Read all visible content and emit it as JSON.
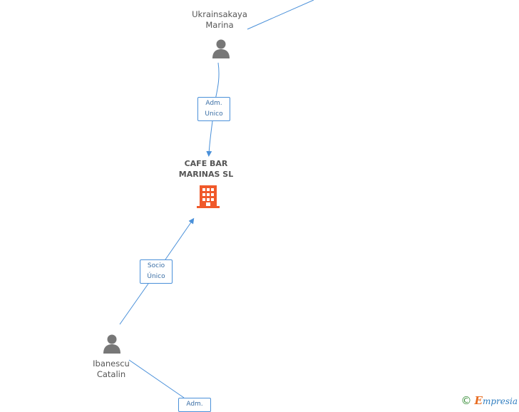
{
  "nodes": {
    "person_top": {
      "name_line1": "Ukrainsakaya",
      "name_line2": "Marina",
      "icon": "person-icon"
    },
    "company": {
      "name_line1": "CAFE BAR",
      "name_line2": "MARINAS SL",
      "icon": "building-icon"
    },
    "person_bottom": {
      "name_line1": "Ibanescu",
      "name_line2": "Catalin",
      "icon": "person-icon"
    }
  },
  "edges": {
    "adm_top": {
      "line1": "Adm.",
      "line2": "Unico"
    },
    "socio": {
      "line1": "Socio",
      "line2": "Único"
    },
    "adm_bottom": {
      "line1": "Adm.",
      "line2": ""
    }
  },
  "footer": {
    "copyright_symbol": "©",
    "brand_initial": "E",
    "brand_rest": "mpresia"
  },
  "colors": {
    "edge": "#4a90d9",
    "person": "#777777",
    "company": "#f0592a",
    "text": "#555555"
  }
}
